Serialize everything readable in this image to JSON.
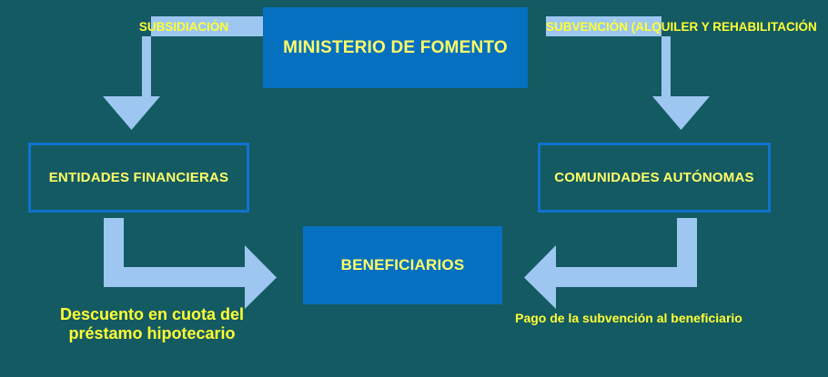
{
  "diagram": {
    "title_node": "MINISTERIO DE FOMENTO",
    "background_color": "#145A63",
    "box_fill_color": "#0670C0",
    "box_border_color": "#0F72CE",
    "arrow_color": "#9DC7F0",
    "text_color": "#FFFF66",
    "nodes": [
      {
        "id": "ministerio",
        "label": "MINISTERIO DE FOMENTO",
        "style": "filled"
      },
      {
        "id": "entidades",
        "label": "ENTIDADES FINANCIERAS",
        "style": "outlined"
      },
      {
        "id": "comunidades",
        "label": "COMUNIDADES AUTÓNOMAS",
        "style": "outlined"
      },
      {
        "id": "beneficiarios",
        "label": "BENEFICIARIOS",
        "style": "filled"
      }
    ],
    "edge_labels": [
      {
        "id": "subsidiacion",
        "text": "SUBSIDIACIÓN"
      },
      {
        "id": "subvencion",
        "text": "SUBVENCIÓN (ALQUILER Y REHABILITACIÓN"
      }
    ],
    "captions": [
      {
        "id": "descuento",
        "text": "Descuento en cuota del\npréstamo hipotecario"
      },
      {
        "id": "pago",
        "text": "Pago de la subvención al beneficiario"
      }
    ],
    "arrows": [
      {
        "id": "ministerio-to-entidades",
        "direction": "down"
      },
      {
        "id": "ministerio-to-comunidades",
        "direction": "down"
      },
      {
        "id": "entidades-to-beneficiarios",
        "direction": "right"
      },
      {
        "id": "comunidades-to-beneficiarios",
        "direction": "left"
      }
    ]
  }
}
